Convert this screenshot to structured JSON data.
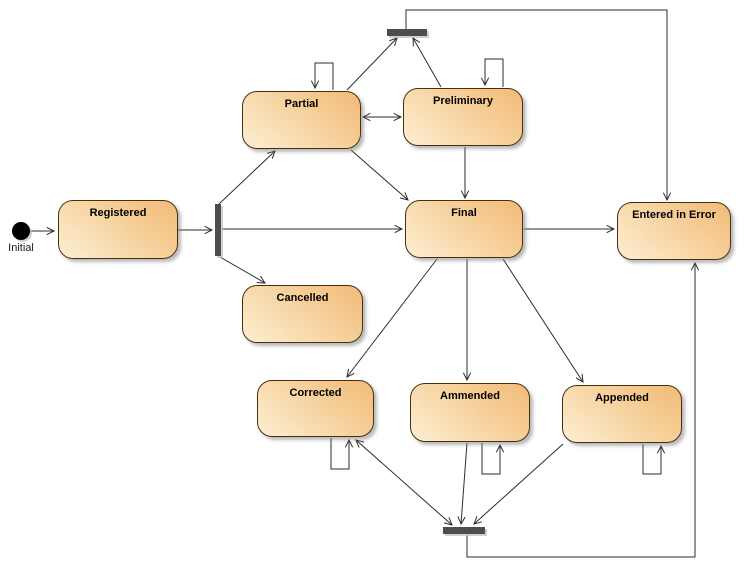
{
  "diagram_type": "uml-state-machine",
  "colors": {
    "state_fill_dark": "#f2ba77",
    "state_fill_light": "#fcefd3",
    "state_border": "#463010",
    "bar_fill": "#4d4d4d",
    "connector": "#2e2e2e",
    "label": "#000000",
    "background": "#ffffff"
  },
  "initial_node": {
    "label": "Initial"
  },
  "states": {
    "registered": {
      "label": "Registered"
    },
    "partial": {
      "label": "Partial"
    },
    "preliminary": {
      "label": "Preliminary"
    },
    "final": {
      "label": "Final"
    },
    "cancelled": {
      "label": "Cancelled"
    },
    "entered_in_error": {
      "label": "Entered in Error"
    },
    "corrected": {
      "label": "Corrected"
    },
    "ammended": {
      "label": "Ammended"
    },
    "appended": {
      "label": "Appended"
    }
  },
  "transitions": [
    {
      "from": "initial",
      "to": "registered"
    },
    {
      "from": "registered",
      "to": "fork-bar"
    },
    {
      "from": "fork-bar",
      "to": "partial"
    },
    {
      "from": "fork-bar",
      "to": "final"
    },
    {
      "from": "fork-bar",
      "to": "cancelled"
    },
    {
      "from": "partial",
      "to": "preliminary",
      "bidirectional": true
    },
    {
      "from": "partial",
      "to": "partial",
      "self": true
    },
    {
      "from": "preliminary",
      "to": "preliminary",
      "self": true
    },
    {
      "from": "partial",
      "to": "join-bar-top"
    },
    {
      "from": "preliminary",
      "to": "join-bar-top"
    },
    {
      "from": "join-bar-top",
      "to": "entered_in_error"
    },
    {
      "from": "partial",
      "to": "final"
    },
    {
      "from": "preliminary",
      "to": "final"
    },
    {
      "from": "final",
      "to": "entered_in_error"
    },
    {
      "from": "final",
      "to": "corrected"
    },
    {
      "from": "final",
      "to": "ammended"
    },
    {
      "from": "final",
      "to": "appended"
    },
    {
      "from": "corrected",
      "to": "corrected",
      "self": true
    },
    {
      "from": "ammended",
      "to": "ammended",
      "self": true
    },
    {
      "from": "appended",
      "to": "appended",
      "self": true
    },
    {
      "from": "corrected",
      "to": "join-bar-bottom",
      "bidirectional": true
    },
    {
      "from": "ammended",
      "to": "join-bar-bottom"
    },
    {
      "from": "appended",
      "to": "join-bar-bottom"
    },
    {
      "from": "join-bar-bottom",
      "to": "entered_in_error"
    }
  ]
}
